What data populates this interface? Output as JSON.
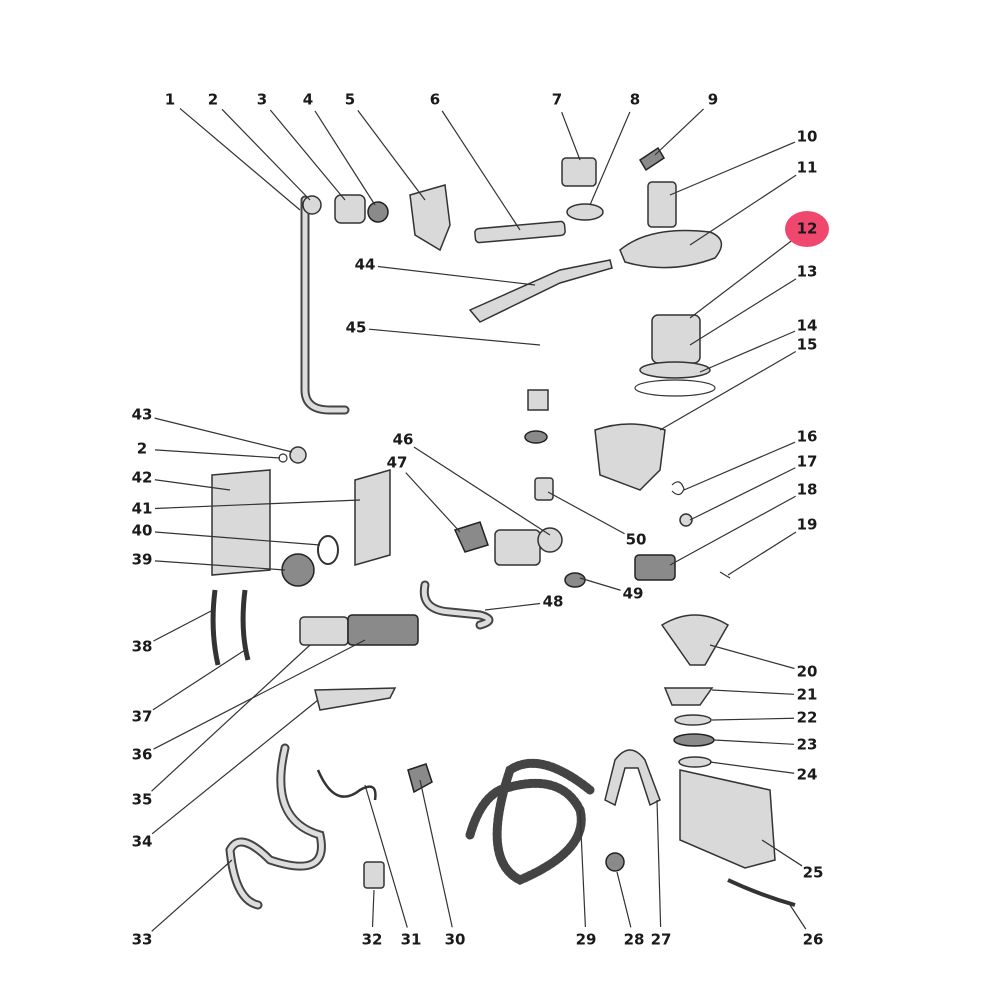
{
  "diagram": {
    "type": "exploded-parts-diagram",
    "highlighted_part": "12",
    "highlight_color": "#f0476e",
    "part_labels": [
      "1",
      "2",
      "3",
      "4",
      "5",
      "6",
      "7",
      "8",
      "9",
      "10",
      "11",
      "12",
      "13",
      "14",
      "15",
      "16",
      "17",
      "18",
      "19",
      "20",
      "21",
      "22",
      "23",
      "24",
      "25",
      "26",
      "27",
      "28",
      "29",
      "30",
      "31",
      "32",
      "33",
      "34",
      "35",
      "36",
      "37",
      "38",
      "39",
      "40",
      "41",
      "42",
      "43",
      "2",
      "44",
      "45",
      "46",
      "47",
      "48",
      "49",
      "50"
    ]
  }
}
